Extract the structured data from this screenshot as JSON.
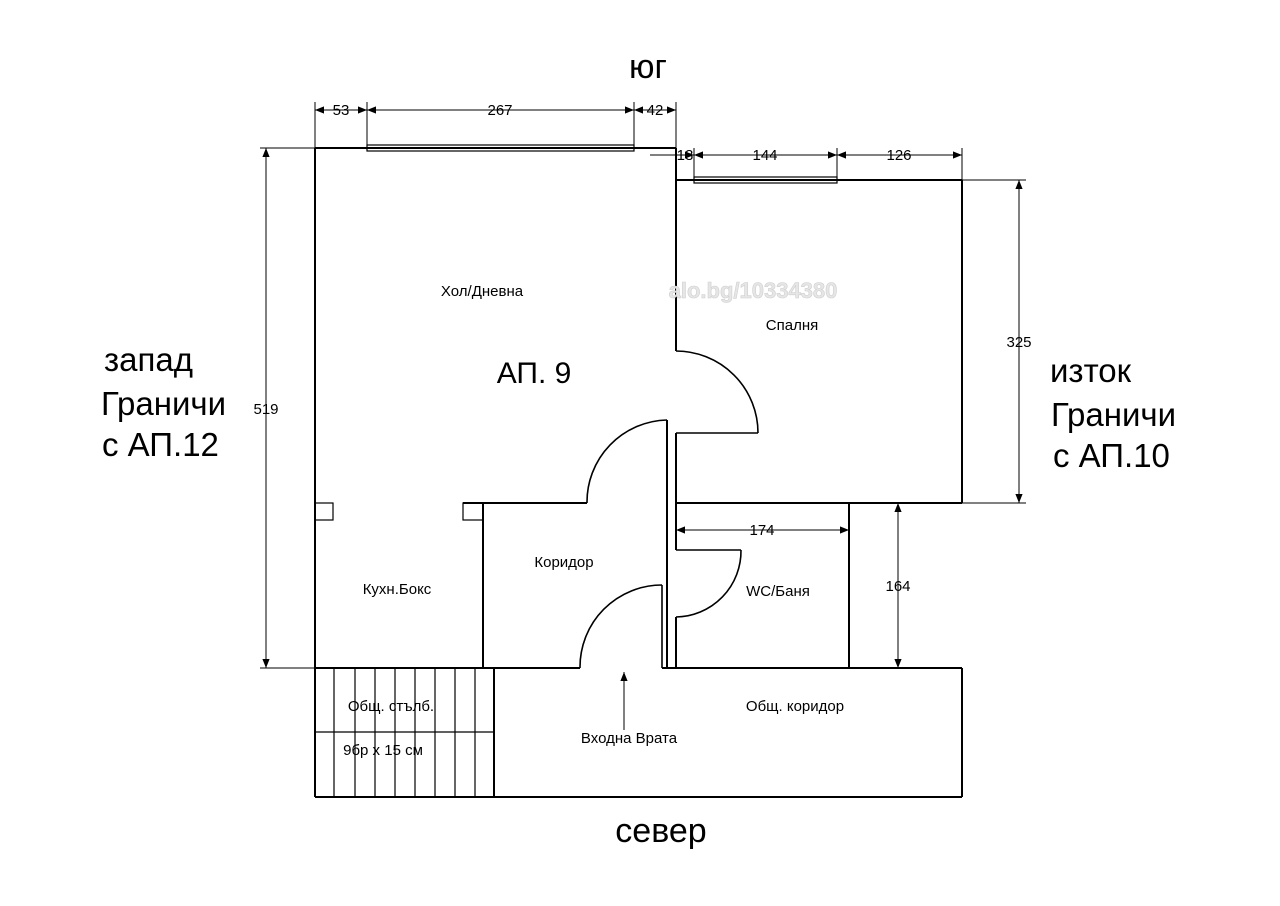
{
  "directions": {
    "south": "юг",
    "north": "север",
    "west": [
      "запад",
      "Граничи",
      "с АП.12"
    ],
    "east": [
      "изток",
      "Граничи",
      "с АП.10"
    ]
  },
  "apartment_label": "АП. 9",
  "watermark": "alo.bg/10334380",
  "rooms": {
    "living": "Хол/Дневна",
    "bedroom": "Спалня",
    "corridor": "Коридор",
    "kitchen": "Кухн.Бокс",
    "wc": "WC/Баня",
    "common_stairs": "Общ. стълб.",
    "stairs_size": "9бр x 15 см",
    "common_corridor": "Общ. коридор",
    "entrance": "Входна Врата"
  },
  "dimensions": {
    "d53": "53",
    "d267": "267",
    "d42": "42",
    "d18": "18",
    "d144": "144",
    "d126": "126",
    "d519": "519",
    "d325": "325",
    "d174": "174",
    "d164": "164"
  }
}
